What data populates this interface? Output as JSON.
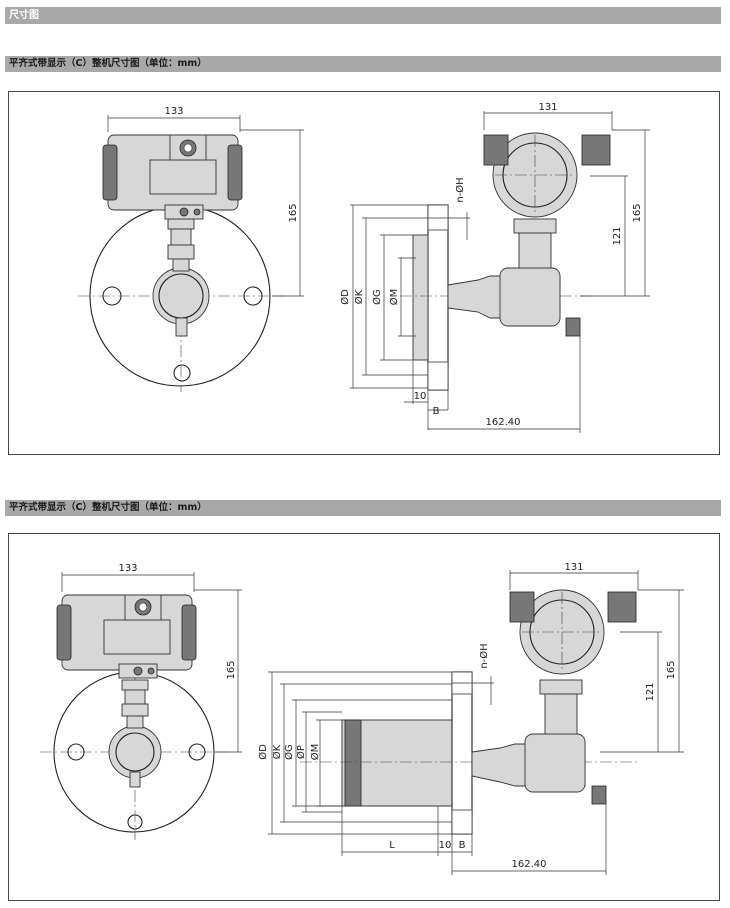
{
  "section_title": "尺寸图",
  "drawings": [
    {
      "caption": "平齐式带显示（C）整机尺寸图（单位：mm）",
      "dims": {
        "front_width": "133",
        "front_height": "165",
        "side_head_width": "131",
        "side_height_165": "165",
        "side_height_121": "121",
        "hole": "n-ØH",
        "d": "ØD",
        "k": "ØK",
        "g": "ØG",
        "m": "ØM",
        "t10": "10",
        "b": "B",
        "length": "162.40"
      }
    },
    {
      "caption": "平齐式带显示（C）整机尺寸图（单位：mm）",
      "dims": {
        "front_width": "133",
        "front_height": "165",
        "side_head_width": "131",
        "side_height_165": "165",
        "side_height_121": "121",
        "hole": "n-ØH",
        "d": "ØD",
        "k": "ØK",
        "g": "ØG",
        "p": "ØP",
        "m": "ØM",
        "l": "L",
        "t10": "10",
        "b": "B",
        "length": "162.40"
      }
    }
  ]
}
